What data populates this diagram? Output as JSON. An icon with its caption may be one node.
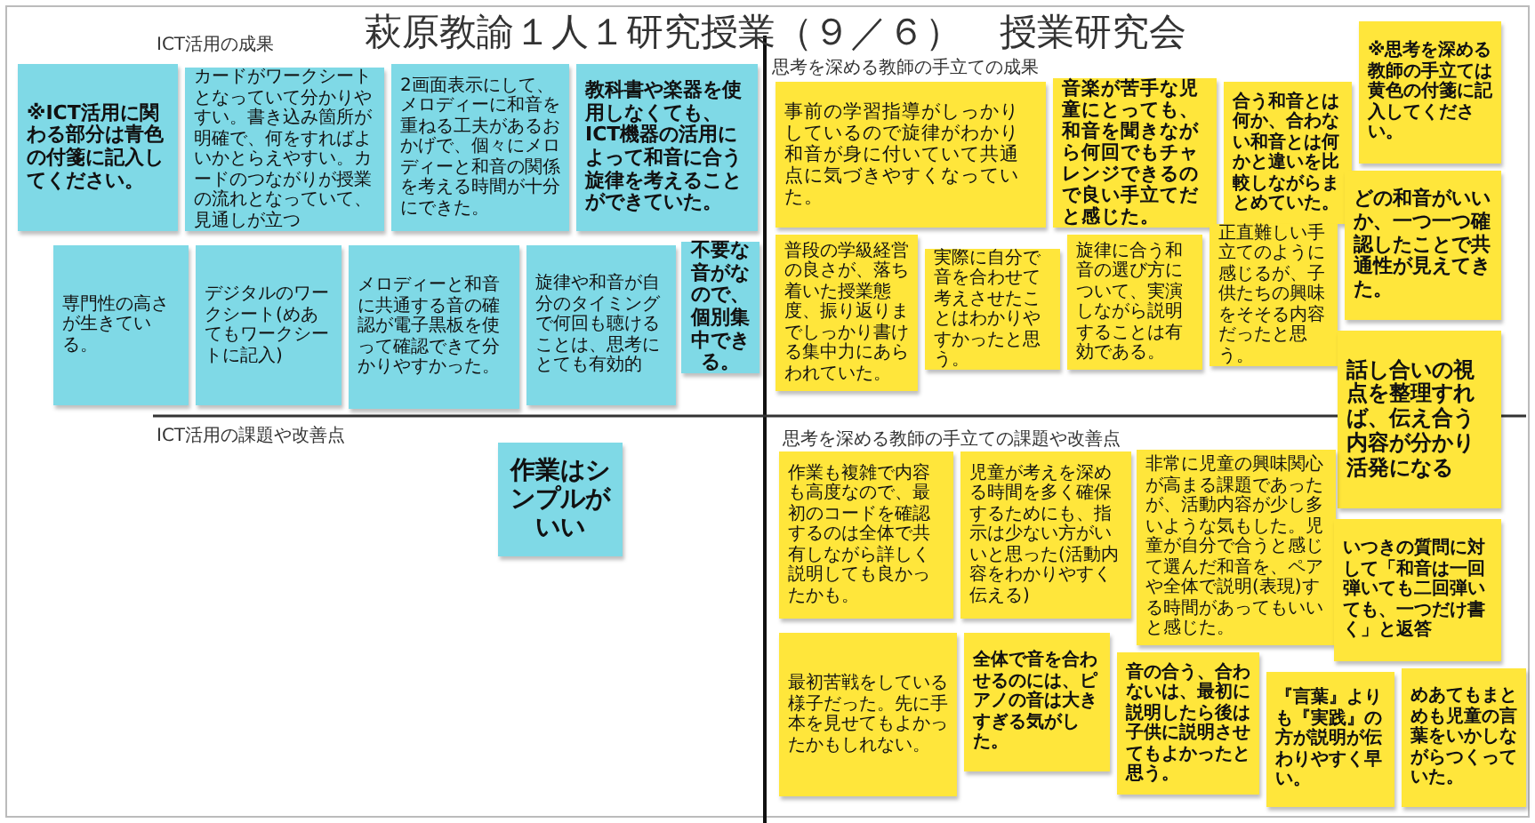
{
  "diagram": {
    "title": "萩原教諭１人１研究授業（９／６）　授業研究会",
    "nodes": [
      {
        "text": [
          "※ICT活用に関わる部分は青色の付箋に記入してください。"
        ]
      },
      {
        "text": [
          "カードがワークシートとなっていて分かりやすい。書き込み箇所が明確で、何をすればよいかとらえやすい。カードのつながりが授業の流れとなっていて、見通しが立つ"
        ]
      },
      {
        "text": [
          "2画面表示にして、メロディーに和音を重ねる工夫があるおかげで、個々にメロディーと和音の関係を考える時間が十分にできた。"
        ]
      },
      {
        "text": [
          "教科書や楽器を使用しなくても、ICT機器の活用によって和音に合う旋律を考えることができていた。"
        ]
      },
      {
        "text": [
          "専門性の高さが生きている。"
        ]
      },
      {
        "text": [
          "デジタルのワークシート(めあてもワークシートに記入)"
        ]
      },
      {
        "text": [
          "メロディーと和音に共通する音の確認が電子黒板を使って確認できて分かりやすかった。"
        ]
      },
      {
        "text": [
          "旋律や和音が自分のタイミングで何回も聴けることは、思考にとても有効的"
        ]
      },
      {
        "text": [
          "不要な音がなので、個別集中できる。"
        ]
      },
      {
        "text": [
          "作業はシンプルがいい"
        ]
      },
      {
        "text": [
          "事前の学習指導がしっかりしているので旋律がわかり和音が身に付いていて共通点に気づきやすくなっていた。"
        ]
      },
      {
        "text": [
          "音楽が苦手な児童にとっても、和音を聞きながら何回でもチャレンジできるので良い手立てだと感じた。"
        ]
      },
      {
        "text": [
          "合う和音とは何か、合わない和音とは何かと違いを比較しながらまとめていた。"
        ]
      },
      {
        "text": [
          "※思考を深める教師の手立ては黄色の付箋に記入してください。"
        ]
      },
      {
        "text": [
          "普段の学級経営の良さが、落ち着いた授業態度、振り返りまでしっかり書ける集中力にあらわれていた。"
        ]
      },
      {
        "text": [
          "実際に自分で音を合わせて考えさせたことはわかりやすかったと思う。"
        ]
      },
      {
        "text": [
          "旋律に合う和音の選び方について、実演しながら説明することは有効である。"
        ]
      },
      {
        "text": [
          "正直難しい手立てのように感じるが、子供たちの興味をそそる内容だったと思う。"
        ]
      },
      {
        "text": [
          "どの和音がいいか、一つ一つ確認したことで共通性が見えてきた。"
        ]
      },
      {
        "text": [
          "話し合いの視点を整理すれば、伝え合う内容が分かり活発になる"
        ]
      },
      {
        "text": [
          "作業も複雑で内容も高度なので、最初のコードを確認するのは全体で共有しながら詳しく説明しても良かったかも。"
        ]
      },
      {
        "text": [
          "児童が考えを深める時間を多く確保するためにも、指示は少ない方がいいと思った(活動内容をわかりやすく伝える)"
        ]
      },
      {
        "text": [
          "非常に児童の興味関心が高まる課題であったが、活動内容が少し多いような気もした。児童が自分で合うと感じて選んだ和音を、ペアや全体で説明(表現)する時間があってもいいと感じた。"
        ]
      },
      {
        "text": [
          "いつきの質問に対して「和音は一回弾いても二回弾いても、一つだけ書く」と返答"
        ]
      },
      {
        "text": [
          "最初苦戦をしている様子だった。先に手本を見せてもよかったかもしれない。"
        ]
      },
      {
        "text": [
          "全体で音を合わせるのには、ピアノの音は大きすぎる気がした。"
        ]
      },
      {
        "text": [
          "音の合う、合わないは、最初に説明したら後は子供に説明させてもよかったと思う。"
        ]
      },
      {
        "text": [
          "『言葉』よりも『実践』の方が説明が伝わりやすく早い。"
        ]
      },
      {
        "text": [
          "めあてもまとめも児童の言葉をいかしながらつくっていた。"
        ]
      }
    ],
    "labels": [
      "ICT活用の成果",
      "思考を深める教師の手立ての成果",
      "ICT活用の課題や改善点",
      "思考を深める教師の手立ての課題や改善点"
    ]
  }
}
